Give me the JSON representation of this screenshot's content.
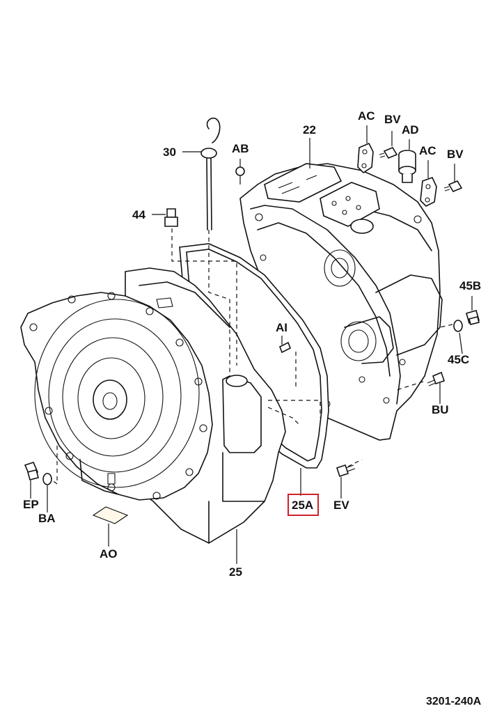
{
  "callouts": {
    "c30": "30",
    "cAB": "AB",
    "c44": "44",
    "c22": "22",
    "cAC1": "AC",
    "cBV1": "BV",
    "cAD": "AD",
    "cAC2": "AC",
    "cBV2": "BV",
    "c45B": "45B",
    "c45C": "45C",
    "cBU": "BU",
    "cAI": "AI",
    "c25A": "25A",
    "cEV": "EV",
    "cEP": "EP",
    "cBA": "BA",
    "cAO": "AO",
    "c25": "25"
  },
  "highlight": {
    "callout": "25A",
    "color": "#d0202a"
  },
  "figure_code": "3201-240A"
}
